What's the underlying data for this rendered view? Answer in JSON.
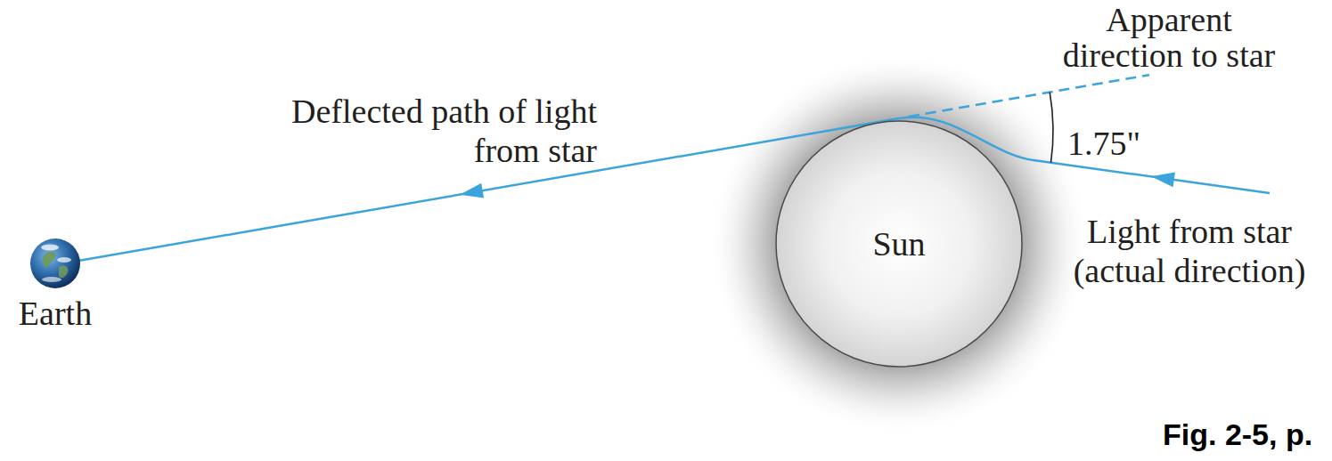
{
  "diagram": {
    "nodes": [
      {
        "text": [
          "Sun"
        ]
      },
      {
        "text": [
          "Earth"
        ]
      }
    ],
    "labels": [
      "Apparent direction to star",
      "Deflected path of light from star",
      "1.75\"",
      "Light from star (actual direction)",
      "Fig. 2-5, p."
    ]
  }
}
